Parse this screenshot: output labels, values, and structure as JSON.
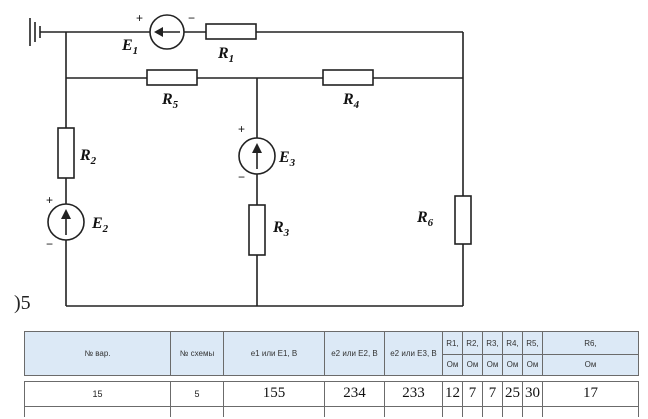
{
  "circuit": {
    "labels": {
      "E1": "E",
      "E1_sub": "1",
      "R1": "R",
      "R1_sub": "1",
      "R5": "R",
      "R5_sub": "5",
      "R4": "R",
      "R4_sub": "4",
      "R2": "R",
      "R2_sub": "2",
      "E3": "E",
      "E3_sub": "3",
      "E2": "E",
      "E2_sub": "2",
      "R3": "R",
      "R3_sub": "3",
      "R6": "R",
      "R6_sub": "6"
    },
    "plus": "+",
    "minus": "−",
    "page_number": ")5"
  },
  "table": {
    "headers": {
      "variant": "№ вар.",
      "scheme": "№ схемы",
      "e1": "e1 или E1, B",
      "e2": "e2 или E2, B",
      "e3": "e2 или E3, B",
      "r1": "R1,",
      "r2": "R2,",
      "r3": "R3,",
      "r4": "R4,",
      "r5": "R5,",
      "r6": "R6,",
      "unit": "Ом"
    },
    "row": {
      "variant": "15",
      "scheme": "5",
      "e1": "155",
      "e2": "234",
      "e3": "233",
      "r1": "12",
      "r2": "7",
      "r3": "7",
      "r4": "25",
      "r5": "30",
      "r6": "17"
    }
  }
}
